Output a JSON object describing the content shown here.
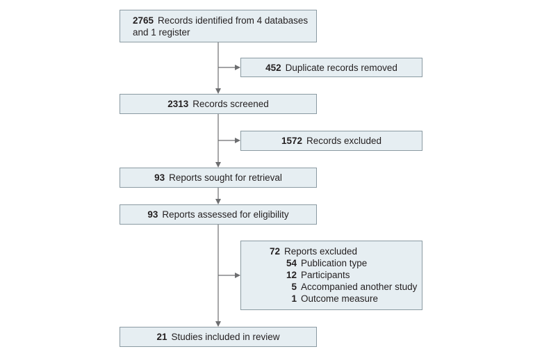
{
  "boxes": {
    "identified": {
      "count": "2765",
      "text": "Records identified from 4 databases",
      "text2": "and 1 register"
    },
    "duplicates": {
      "count": "452",
      "text": "Duplicate records removed"
    },
    "screened": {
      "count": "2313",
      "text": "Records screened"
    },
    "excluded_records": {
      "count": "1572",
      "text": "Records excluded"
    },
    "sought": {
      "count": "93",
      "text": "Reports sought for retrieval"
    },
    "assessed": {
      "count": "93",
      "text": "Reports assessed for eligibility"
    },
    "reports_excluded": {
      "count": "72",
      "text": "Reports excluded",
      "reasons": [
        {
          "count": "54",
          "text": "Publication type"
        },
        {
          "count": "12",
          "text": "Participants"
        },
        {
          "count": "5",
          "text": "Accompanied another study"
        },
        {
          "count": "1",
          "text": "Outcome measure"
        }
      ]
    },
    "included": {
      "count": "21",
      "text": "Studies included in review"
    }
  },
  "colors": {
    "box_fill": "#e6eef2",
    "box_border": "#8a9aa2",
    "arrow": "#6d6e70"
  }
}
